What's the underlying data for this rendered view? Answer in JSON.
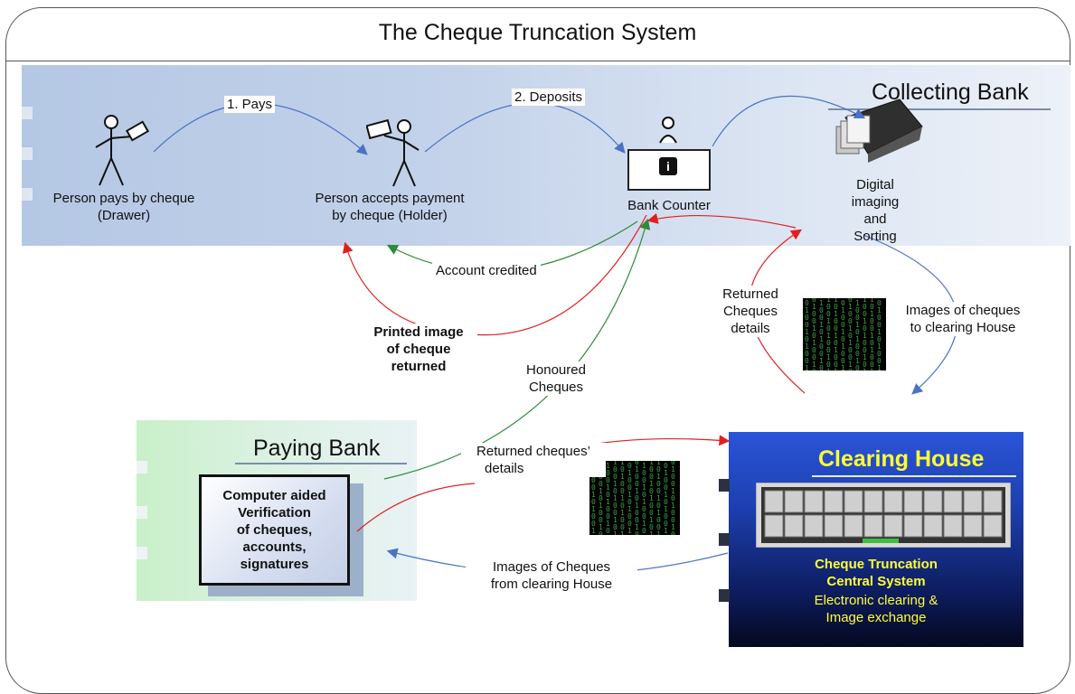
{
  "title": "The Cheque Truncation System",
  "collecting_bank": {
    "title": "Collecting Bank",
    "drawer_label_1": "Person pays by cheque",
    "drawer_label_2": "(Drawer)",
    "holder_label_1": "Person accepts payment",
    "holder_label_2": "by cheque (Holder)",
    "bank_counter": "Bank Counter",
    "imaging_1": "Digital",
    "imaging_2": "imaging",
    "imaging_3": "and",
    "imaging_4": "Sorting"
  },
  "arrows": {
    "pays": "1. Pays",
    "deposits": "2. Deposits",
    "account_credited": "Account credited",
    "printed_1": "Printed image",
    "printed_2": "of cheque",
    "printed_3": "returned",
    "honoured_1": "Honoured",
    "honoured_2": "Cheques",
    "returned_details_1": "Returned",
    "returned_details_2": "Cheques",
    "returned_details_3": "details",
    "images_to_ch_1": "Images of cheques",
    "images_to_ch_2": "to clearing House",
    "returned_cheques_1": "Returned cheques’",
    "returned_cheques_2": "details",
    "images_from_ch_1": "Images of  Cheques",
    "images_from_ch_2": "from clearing House"
  },
  "paying_bank": {
    "title": "Paying Bank",
    "verify_1": "Computer aided",
    "verify_2": "Verification",
    "verify_3": "of cheques,",
    "verify_4": "accounts,",
    "verify_5": "signatures"
  },
  "clearing_house": {
    "title": "Clearing House",
    "sub_1": "Cheque Truncation",
    "sub_2": "Central System",
    "sub_3": "Electronic clearing &",
    "sub_4": "Image exchange"
  },
  "icons": {
    "counter_sign": "i"
  },
  "colors": {
    "blue_arrow": "#4a73c4",
    "red_arrow": "#e02020",
    "green_arrow": "#2e8b3a",
    "clearing_title": "#ffff33"
  }
}
